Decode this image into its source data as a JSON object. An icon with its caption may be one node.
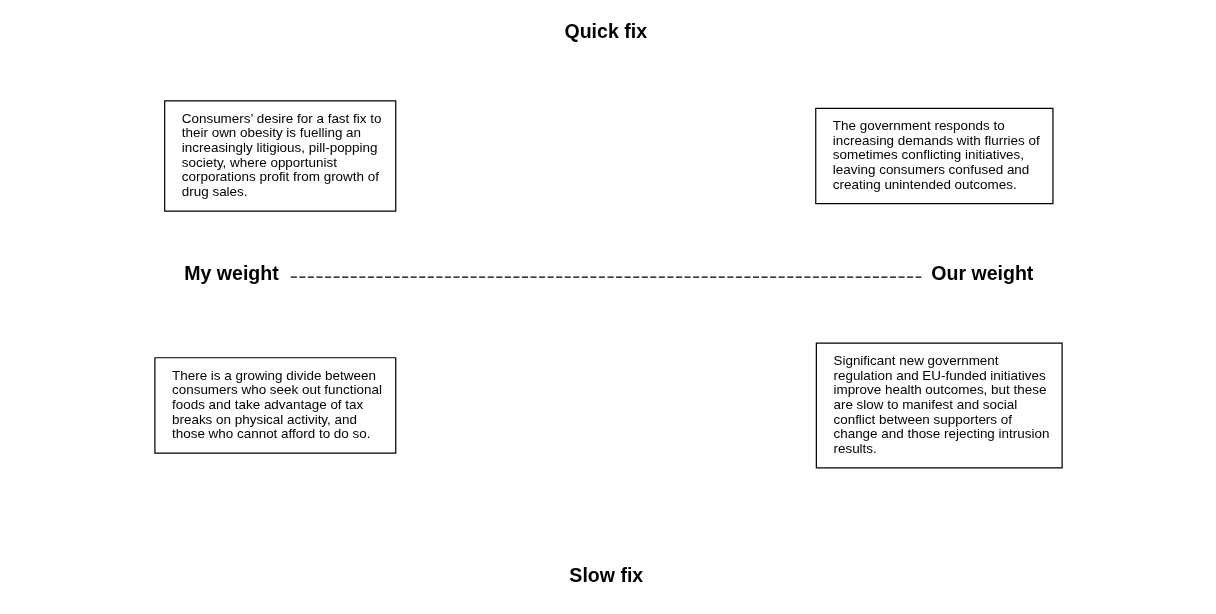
{
  "diagram": {
    "nodes": [
      {
        "text": [
          "Consumers’ desire for a fast fix to their own obesity is fuelling an increasingly litigious, pill-popping society, where opportunist corporations profit from growth of drug sales."
        ]
      },
      {
        "text": [
          "The government responds to increasing demands with flurries of sometimes conflicting initiatives, leaving consumers confused and creating unintended outcomes."
        ]
      },
      {
        "text": [
          "My weight"
        ]
      },
      {
        "text": [
          "Our weight"
        ]
      },
      {
        "text": [
          "There is a growing divide between consumers who seek out functional foods and take advantage of tax breaks on physical activity, and those who cannot afford to do so."
        ]
      },
      {
        "text": [
          "Significant new government regulation and EU-funded initiatives improve health outcomes, but these are slow to manifest and social conflict between supporters of change and those rejecting intrusion results."
        ]
      }
    ],
    "edges": [
      {
        "from": 2,
        "to": 3,
        "arrow": "none",
        "style": "dashed"
      }
    ],
    "labels": [
      "Quick fix",
      "Slow fix"
    ]
  }
}
